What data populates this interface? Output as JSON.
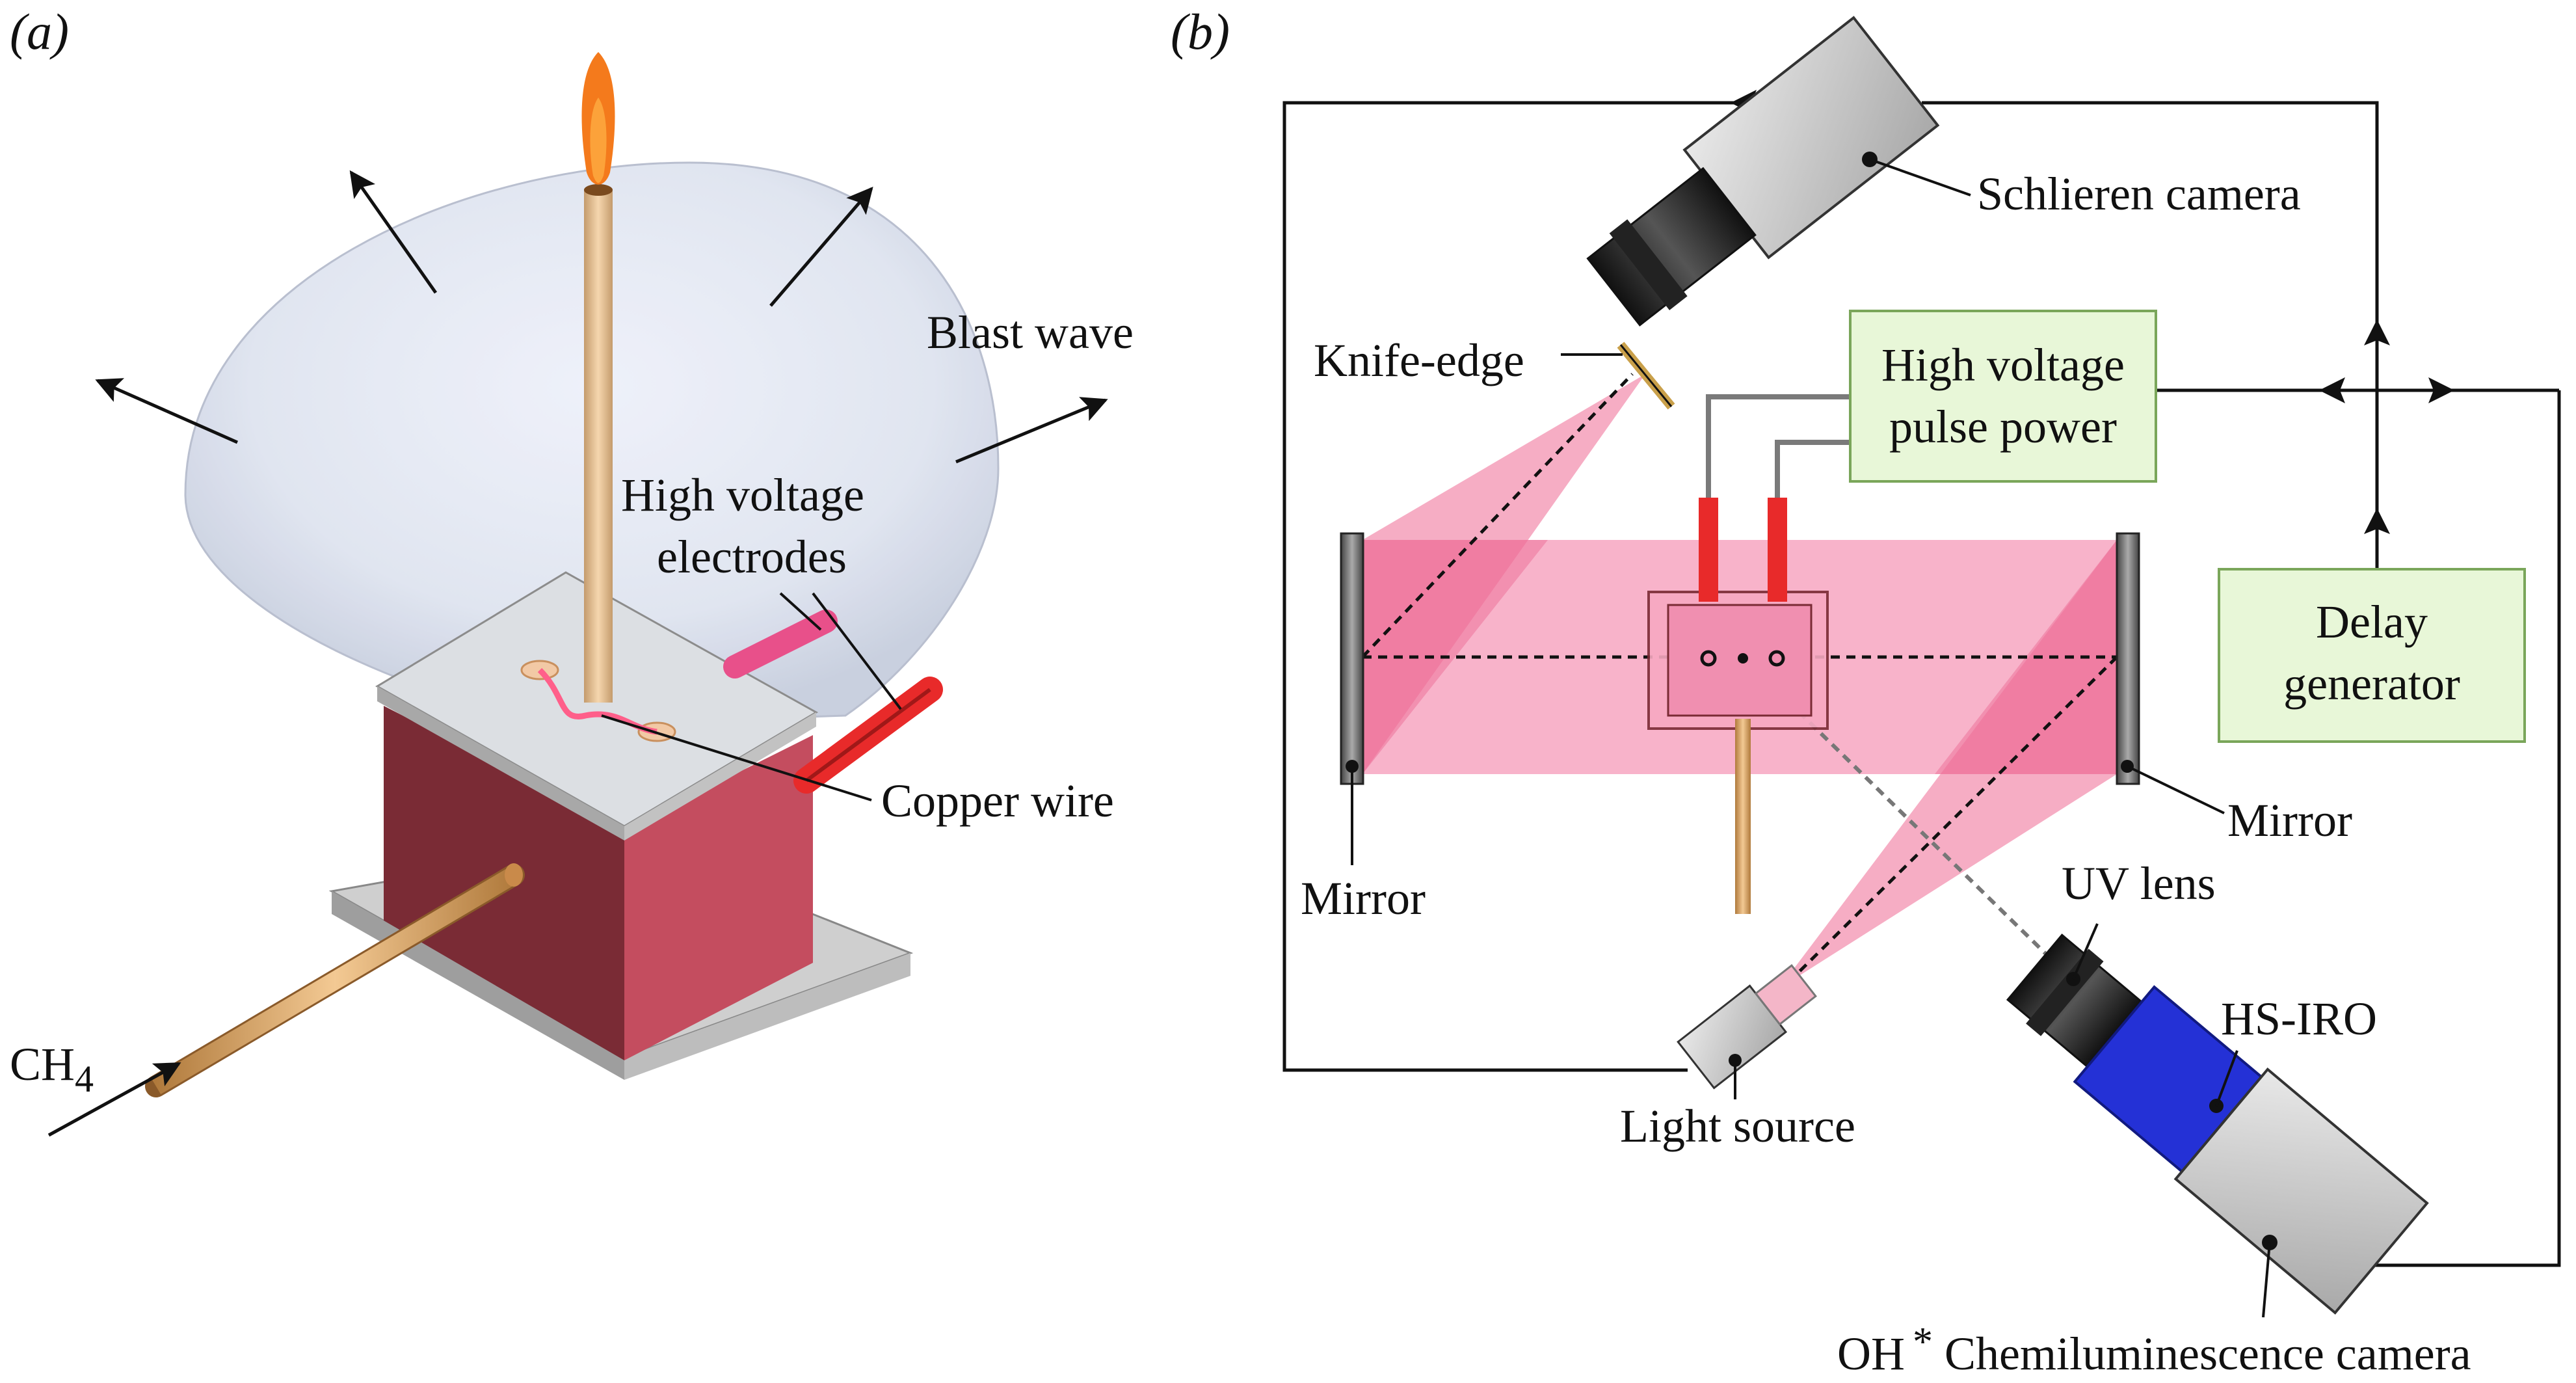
{
  "panel_a": {
    "label": "(a)",
    "labels": {
      "blast_wave": "Blast wave",
      "electrodes_line1": "High voltage",
      "electrodes_line2": "electrodes",
      "copper_wire": "Copper wire",
      "fuel_main": "CH",
      "fuel_sub": "4"
    }
  },
  "panel_b": {
    "label": "(b)",
    "labels": {
      "schlieren_camera": "Schlieren camera",
      "knife_edge": "Knife-edge",
      "hv_line1": "High voltage",
      "hv_line2": "pulse power",
      "delay_line1": "Delay",
      "delay_line2": "generator",
      "mirror_left": "Mirror",
      "mirror_right": "Mirror",
      "uv_lens": "UV lens",
      "hs_iro": "HS-IRO",
      "light_source": "Light source",
      "oh_main": "OH",
      "oh_star": "*",
      "oh_rest": "Chemiluminescence camera"
    }
  },
  "colors": {
    "flame": "#f47a1c",
    "chamber_front": "#7a2b35",
    "chamber_side": "#c44d5f",
    "electrode": "#e82a2a",
    "tube": "#f0c08a",
    "beam": "#f59ab8",
    "box_fill": "#e8f7d8",
    "box_stroke": "#7aa65a",
    "iro_blue": "#2431d6"
  }
}
